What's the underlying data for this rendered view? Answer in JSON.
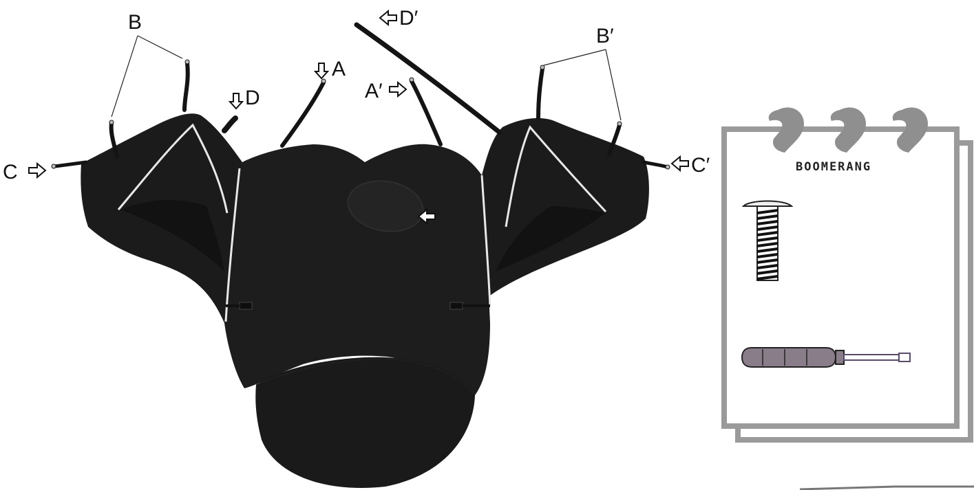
{
  "labels": {
    "a": "A",
    "a_prime": "A′",
    "b": "B",
    "b_prime": "B′",
    "c": "C",
    "c_prime": "C′",
    "d": "D",
    "d_prime": "D′"
  },
  "parts_card": {
    "title": "BOOMERANG",
    "items": [
      "screw-icon",
      "screwdriver-icon"
    ]
  },
  "colors": {
    "cover": "#1b1b1b",
    "cover_edge": "#2a2a2a",
    "piping": "#e8e8e8",
    "card_frame": "#9a9a9a",
    "ring": "#8f8f8f",
    "screwdriver_handle": "#8a7d8a"
  }
}
